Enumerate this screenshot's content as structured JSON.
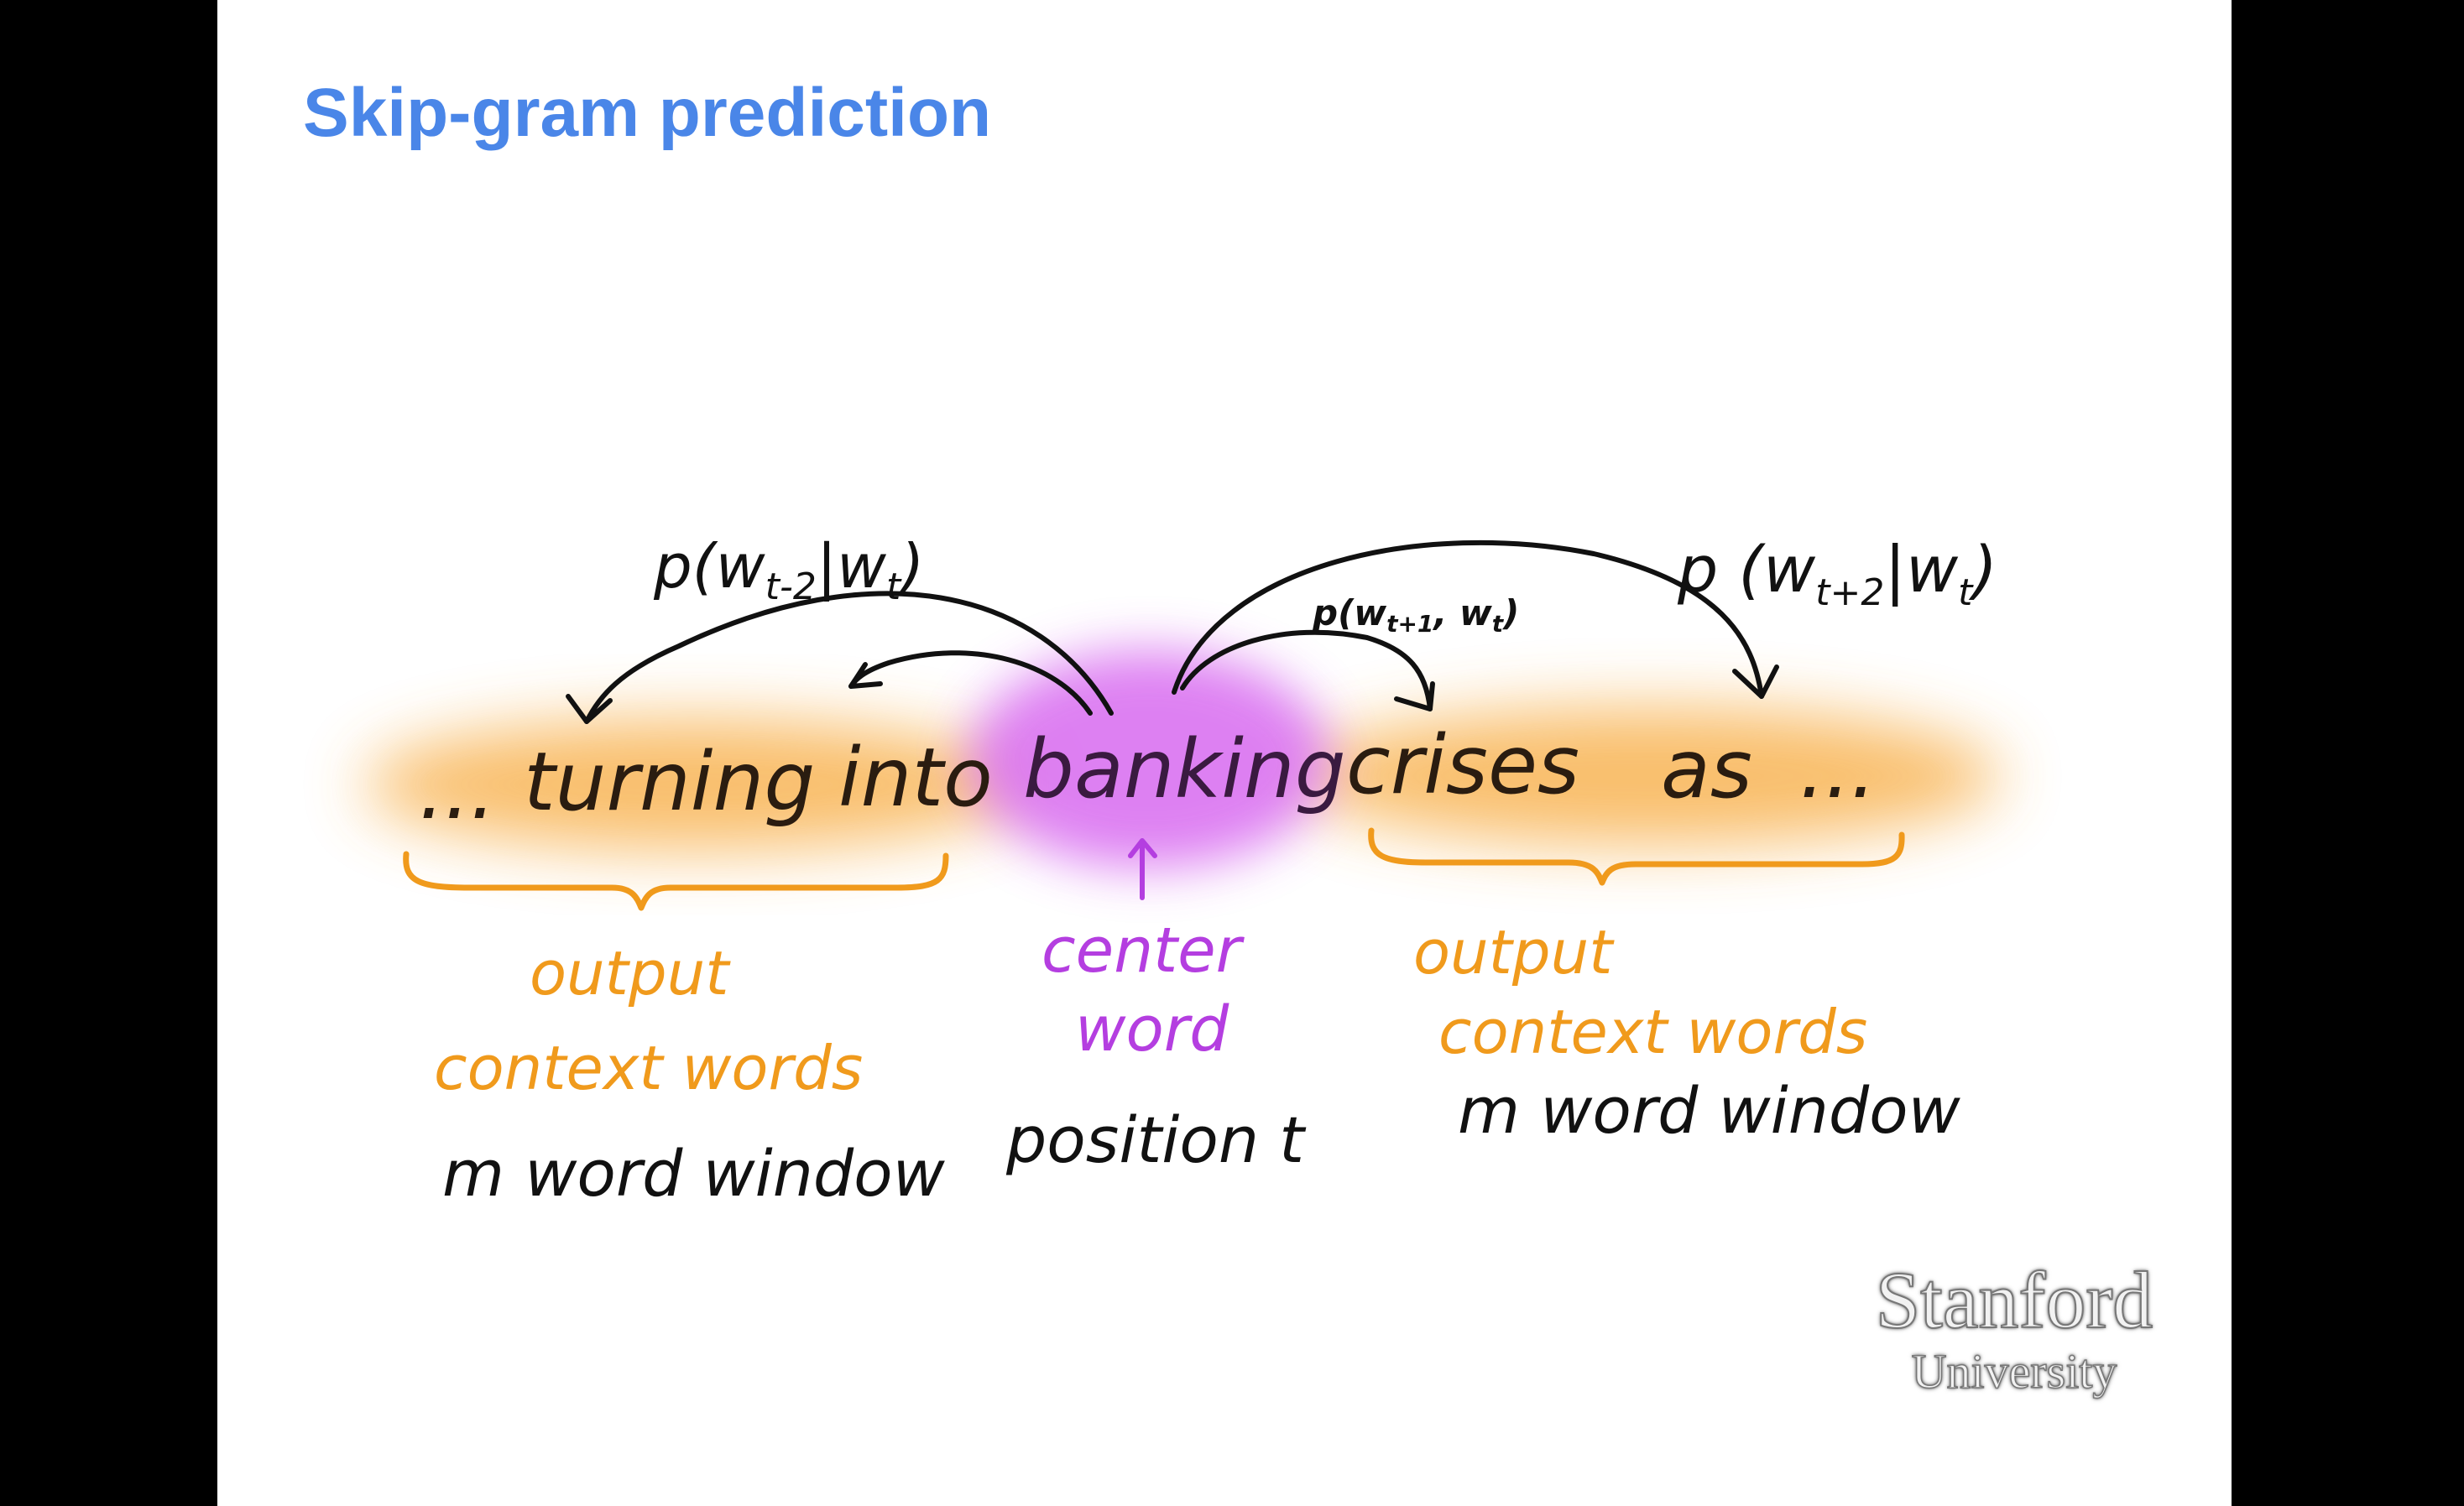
{
  "slide": {
    "title": "Skip-gram prediction"
  },
  "diagram": {
    "sentence": {
      "ellipsis_left": "...",
      "word_turning": "turning",
      "word_into": "into",
      "center_word": "banking",
      "word_crises": "crises",
      "word_as": "as",
      "ellipsis_right": "..."
    },
    "probabilities": {
      "left_outer": "p(w",
      "left_outer_sub": "t-2",
      "left_outer_rest": "|w",
      "left_outer_sub2": "t",
      "left_outer_close": ")",
      "right_inner": "p(w",
      "right_inner_sub": "t+1",
      "right_inner_rest": ", w",
      "right_inner_sub2": "t",
      "right_inner_close": ")",
      "right_outer": "p (w",
      "right_outer_sub": "t+2",
      "right_outer_rest": "|w",
      "right_outer_sub2": "t",
      "right_outer_close": ")"
    },
    "labels": {
      "left_output_1": "output",
      "left_output_2": "context words",
      "left_window": "m word window",
      "center_1": "center",
      "center_2": "word",
      "center_position": "position t",
      "right_output_1": "output",
      "right_output_2": "context words",
      "right_window": "m word window"
    },
    "colors": {
      "context_highlight": "#f7a93b",
      "center_highlight": "#d86bf0",
      "context_text": "#f09a1c",
      "center_text": "#b43ee0",
      "ink": "#1a1a1a"
    }
  },
  "logo": {
    "name": "Stanford",
    "sub": "University"
  }
}
